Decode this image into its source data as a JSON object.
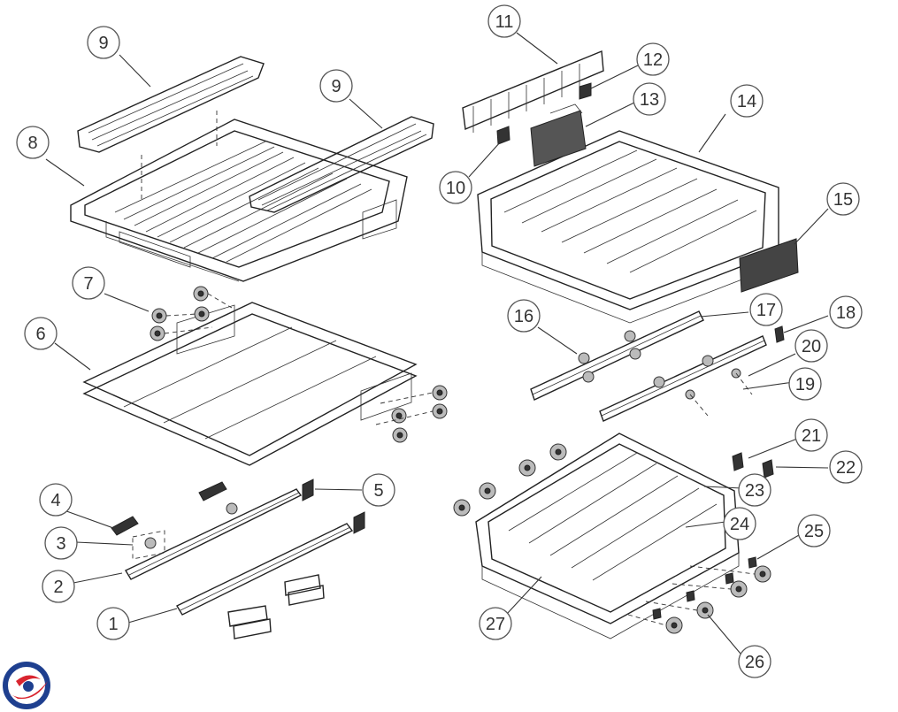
{
  "callouts": [
    "1",
    "2",
    "3",
    "4",
    "5",
    "6",
    "7",
    "8",
    "9",
    "10",
    "11",
    "12",
    "13",
    "14",
    "15",
    "16",
    "17",
    "18",
    "19",
    "20",
    "21",
    "22",
    "23",
    "24",
    "25",
    "26",
    "27"
  ],
  "logo": {
    "name": "brand-logo",
    "colors": {
      "blue": "#1e3f8f",
      "red": "#d9252f"
    }
  }
}
